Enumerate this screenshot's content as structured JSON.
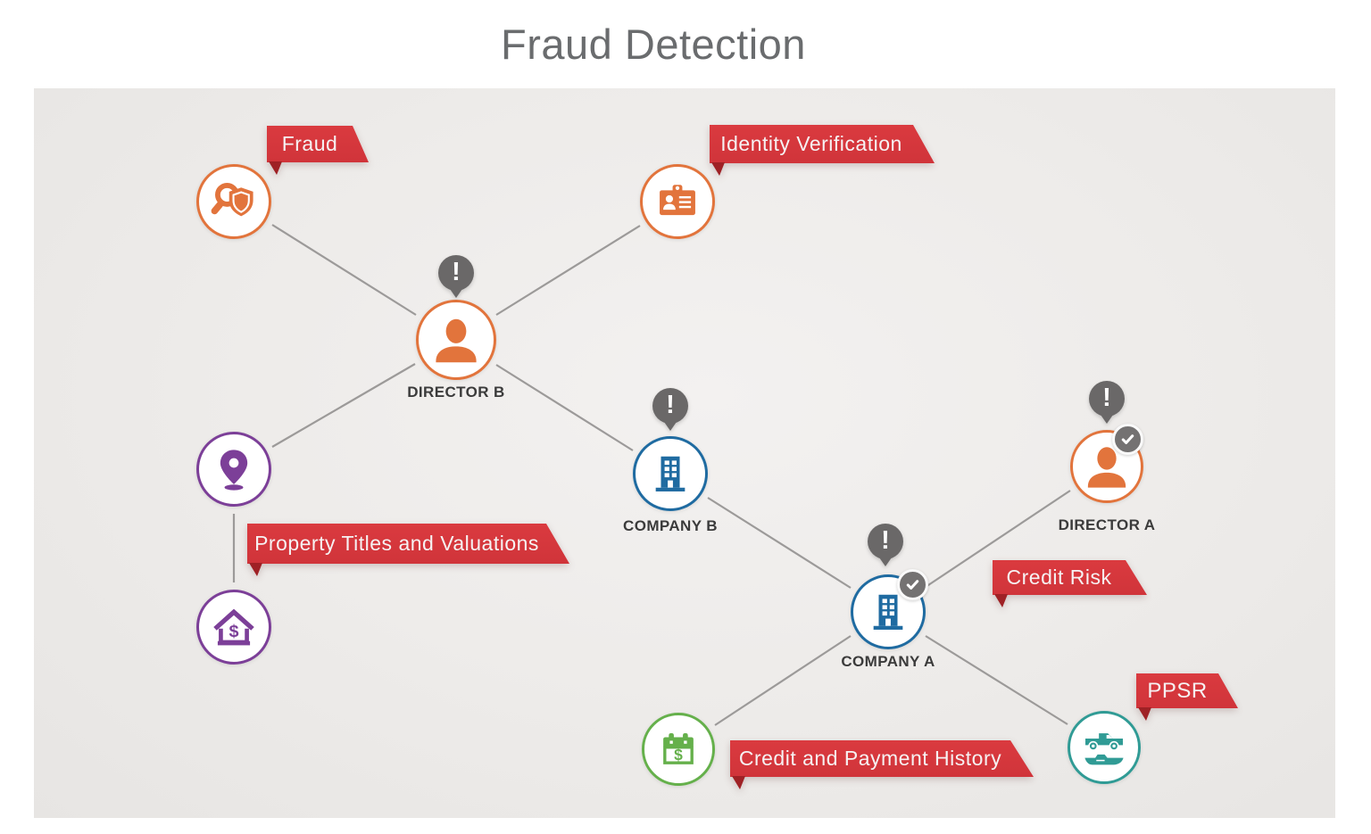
{
  "title": "Fraud Detection",
  "banners": [
    {
      "id": "fraud",
      "label": "Fraud"
    },
    {
      "id": "identity-verification",
      "label": "Identity Verification"
    },
    {
      "id": "property-titles",
      "label": "Property Titles and Valuations"
    },
    {
      "id": "credit-risk",
      "label": "Credit Risk"
    },
    {
      "id": "ppsr",
      "label": "PPSR"
    },
    {
      "id": "credit-payment-history",
      "label": "Credit and Payment History"
    }
  ],
  "nodes": {
    "director_b": {
      "label": "DIRECTOR B",
      "icon": "person-icon",
      "alert": true,
      "verified": false,
      "color": "#e2743c"
    },
    "company_b": {
      "label": "COMPANY B",
      "icon": "building-icon",
      "alert": true,
      "verified": false,
      "color": "#1f6ba1"
    },
    "company_a": {
      "label": "COMPANY A",
      "icon": "building-icon",
      "alert": true,
      "verified": true,
      "color": "#1f6ba1"
    },
    "director_a": {
      "label": "DIRECTOR A",
      "icon": "person-icon",
      "alert": true,
      "verified": true,
      "color": "#e2743c"
    },
    "fraud_check": {
      "icon": "search-shield-icon",
      "color": "#e2743c"
    },
    "identity_card": {
      "icon": "id-card-icon",
      "color": "#e2743c"
    },
    "property_location": {
      "icon": "map-pin-icon",
      "color": "#7c3f98"
    },
    "property_value": {
      "icon": "house-dollar-icon",
      "color": "#7c3f98"
    },
    "payment_calendar": {
      "icon": "calendar-dollar-icon",
      "color": "#65b04b"
    },
    "ppsr_vehicles": {
      "icon": "truck-boat-icon",
      "color": "#309b95"
    }
  },
  "edges": [
    [
      "fraud_check",
      "director_b"
    ],
    [
      "identity_card",
      "director_b"
    ],
    [
      "property_location",
      "director_b"
    ],
    [
      "property_location",
      "property_value"
    ],
    [
      "director_b",
      "company_b"
    ],
    [
      "company_b",
      "company_a"
    ],
    [
      "company_a",
      "director_a"
    ],
    [
      "company_a",
      "payment_calendar"
    ],
    [
      "company_a",
      "ppsr_vehicles"
    ]
  ],
  "colors": {
    "banner_red": "#d9393d",
    "banner_fold_red": "#9f2125",
    "orange": "#e2743c",
    "purple": "#7c3f98",
    "blue": "#1f6ba1",
    "green": "#65b04b",
    "teal": "#309b95",
    "alert_gray": "#6a6868",
    "line_gray": "#9c9a99",
    "canvas_bg": "#edebe9",
    "title_gray": "#6a6c6e",
    "label_gray": "#3b3b3b"
  }
}
